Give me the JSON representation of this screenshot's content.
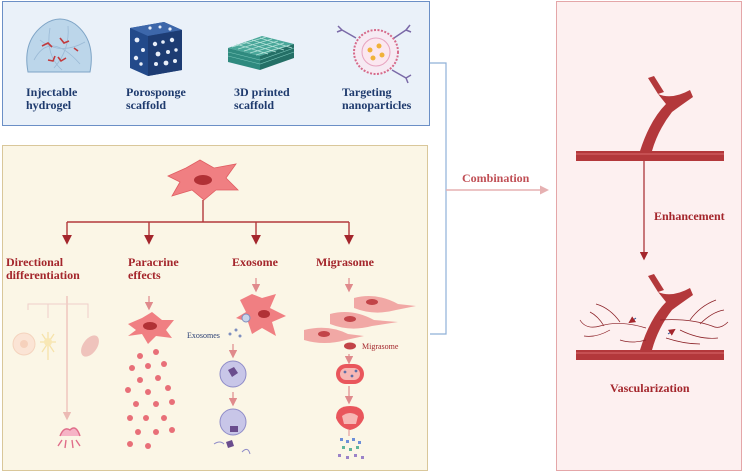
{
  "top_items": [
    {
      "line1": "Injectable",
      "line2": "hydrogel"
    },
    {
      "line1": "Porosponge",
      "line2": "scaffold"
    },
    {
      "line1": "3D printed",
      "line2": "scaffold"
    },
    {
      "line1": "Targeting",
      "line2": "nanoparticles"
    }
  ],
  "branches": [
    {
      "line1": "Directional",
      "line2": "differentiation"
    },
    {
      "line1": "Paracrine",
      "line2": "effects"
    },
    {
      "line1": "Exosome",
      "line2": ""
    },
    {
      "line1": "Migrasome",
      "line2": ""
    }
  ],
  "small_labels": {
    "exosomes": "Exosomes",
    "migrasome": "Migrasome"
  },
  "combination": "Combination",
  "enhancement": "Enhancement",
  "vascularization": "Vascularization",
  "colors": {
    "top_border": "#6b8fc6",
    "bottom_border": "#d9c79a",
    "right_border": "#e4a6a8",
    "text_red": "#a4262c",
    "text_blue": "#1f3b6e",
    "vessel": "#b3383b"
  }
}
